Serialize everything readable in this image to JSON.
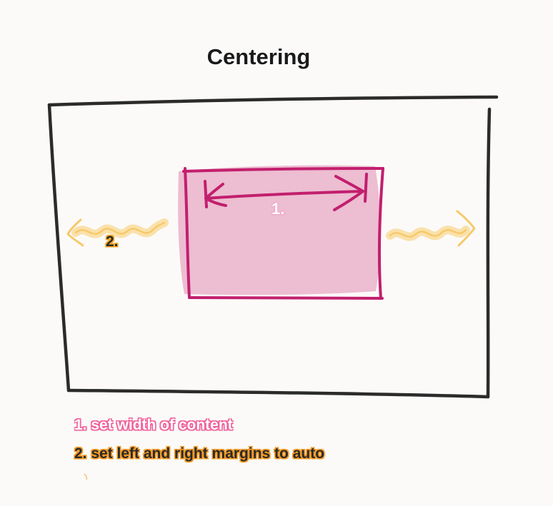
{
  "title": "Centering",
  "labels": {
    "content_width": "1.",
    "margins": "2."
  },
  "notes": [
    {
      "text": "1. set width of content",
      "color": "#ef5f99"
    },
    {
      "text": "2. set left and right margins to auto",
      "color": "#f59a23"
    }
  ],
  "colors": {
    "container_outline": "#2b2b2b",
    "content_fill": "#ecb9cf",
    "content_outline": "#c21f6e",
    "margin_squiggle": "#f7c96a",
    "background": "#fbfaf8"
  },
  "icons": {
    "width_arrow": "double-headed-arrow-icon",
    "left_margin": "left-squiggle-arrow-icon",
    "right_margin": "right-squiggle-arrow-icon"
  }
}
